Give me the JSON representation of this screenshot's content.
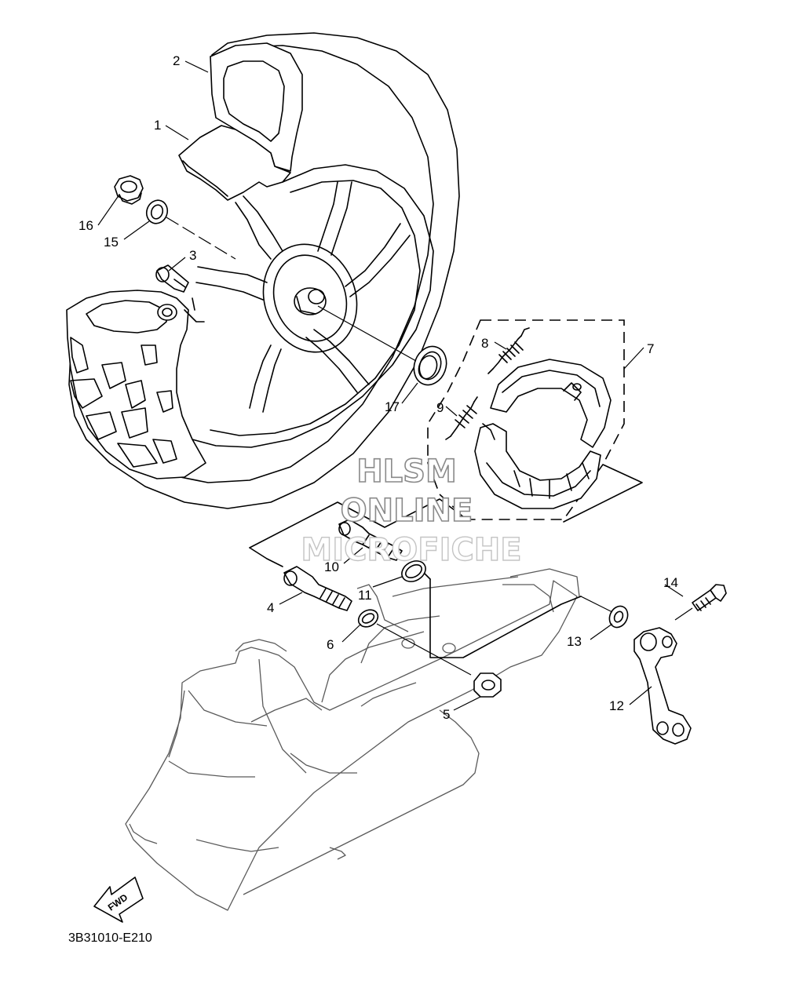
{
  "callouts": [
    {
      "id": "1",
      "text": "1"
    },
    {
      "id": "2",
      "text": "2"
    },
    {
      "id": "3",
      "text": "3"
    },
    {
      "id": "4",
      "text": "4"
    },
    {
      "id": "5",
      "text": "5"
    },
    {
      "id": "6",
      "text": "6"
    },
    {
      "id": "7",
      "text": "7"
    },
    {
      "id": "8",
      "text": "8"
    },
    {
      "id": "9",
      "text": "9"
    },
    {
      "id": "10",
      "text": "10"
    },
    {
      "id": "11",
      "text": "11"
    },
    {
      "id": "12",
      "text": "12"
    },
    {
      "id": "13",
      "text": "13"
    },
    {
      "id": "14",
      "text": "14"
    },
    {
      "id": "15",
      "text": "15"
    },
    {
      "id": "16",
      "text": "16"
    },
    {
      "id": "17",
      "text": "17"
    }
  ],
  "watermark": {
    "line1": "HLSM",
    "line2": "ONLINE",
    "line3": "MICROFICHE"
  },
  "fwd_arrow_label": "FWD",
  "figure_code": "3B31010-E210"
}
